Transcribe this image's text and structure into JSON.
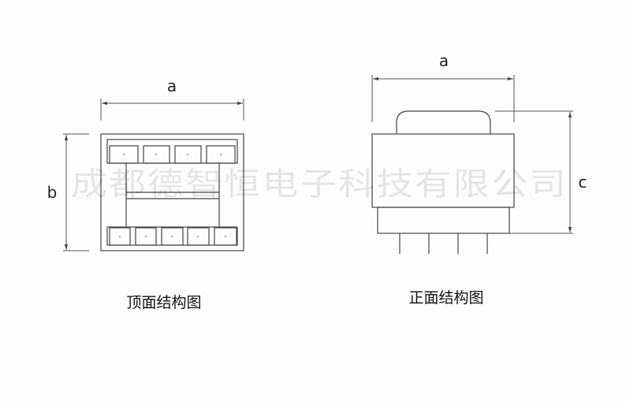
{
  "top_view": {
    "dimension_a": "a",
    "dimension_b": "b",
    "caption": "顶面结构图"
  },
  "front_view": {
    "dimension_a": "a",
    "dimension_c": "c",
    "caption": "正面结构图"
  },
  "watermark": "成都德智恒电子科技有限公司"
}
